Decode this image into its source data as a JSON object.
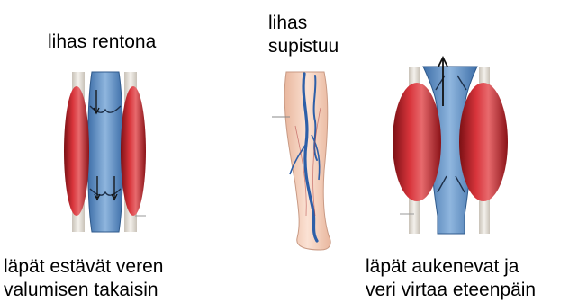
{
  "labels": {
    "muscle_relaxed": "lihas rentona",
    "muscle_contracted": "lihas\nsupistuu",
    "caption_left": "läpät estävät veren\nvalumisen takaisin",
    "caption_right": "läpät aukenevat ja\nveri virtaa eteenpäin"
  },
  "colors": {
    "muscle": "#c8222a",
    "vein": "#5b8fc7",
    "skin": "#f6d2bf",
    "bone": "#e8e3dc"
  }
}
